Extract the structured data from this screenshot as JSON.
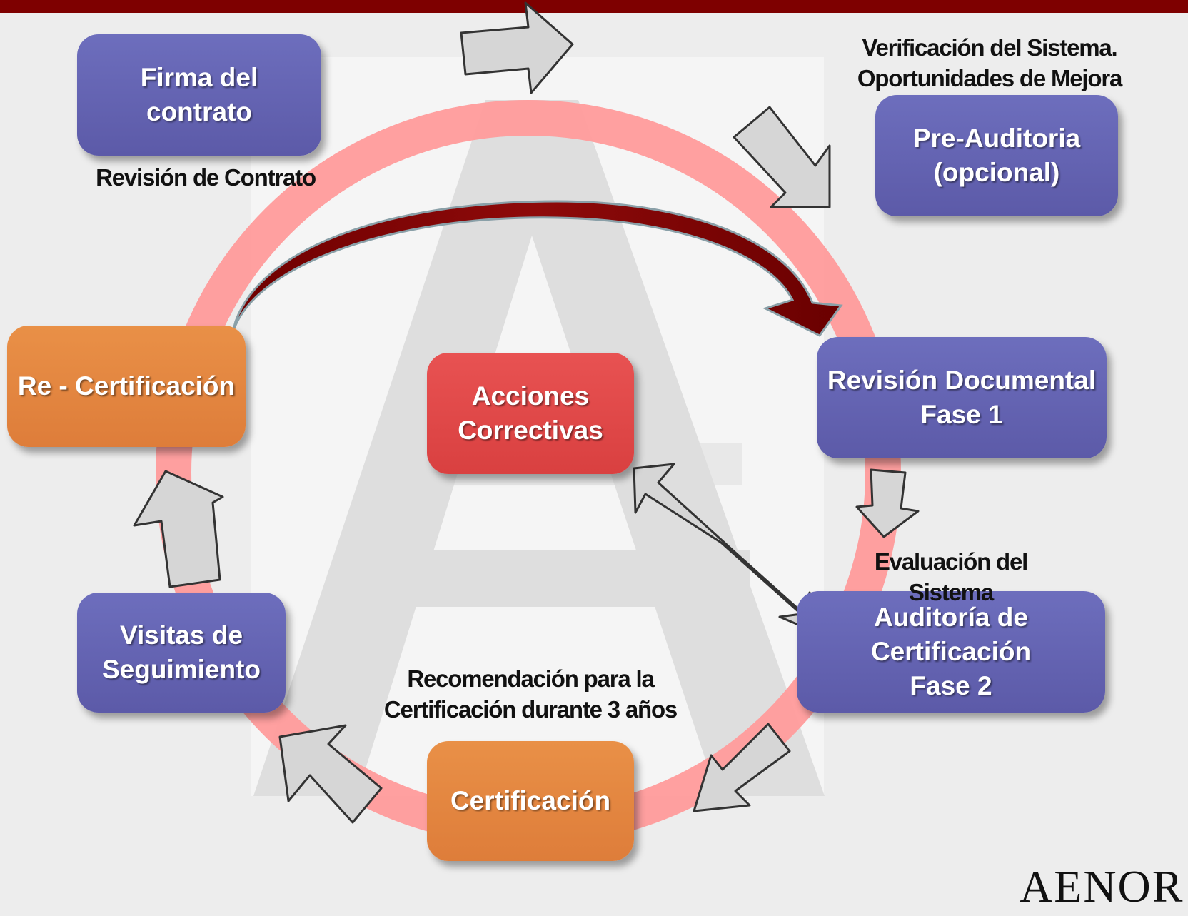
{
  "colors": {
    "header_bar": "#7e0000",
    "node_purple": "#5f5dac",
    "node_orange": "#e0823d",
    "node_red": "#dc4545",
    "cycle_ring": "#ff9b9b",
    "arrow_fill": "#d6d6d6",
    "curved_arrow": "#7a0000"
  },
  "nodes": {
    "firma": {
      "label": "Firma del contrato"
    },
    "preauditoria": {
      "line1": "Pre-Auditoria",
      "line2": "(opcional)"
    },
    "revision_documental": {
      "line1": "Revisión Documental",
      "line2": "Fase 1"
    },
    "auditoria_certificacion": {
      "line1": "Auditoría de Certificación",
      "line2": "Fase 2"
    },
    "certificacion": {
      "label": "Certificación"
    },
    "visitas": {
      "line1": "Visitas de",
      "line2": "Seguimiento"
    },
    "recertificacion": {
      "label": "Re - Certificación"
    },
    "acciones": {
      "line1": "Acciones",
      "line2": "Correctivas"
    }
  },
  "captions": {
    "revision_contrato": "Revisión de Contrato",
    "verificacion_line1": "Verificación del Sistema.",
    "verificacion_line2": "Oportunidades de Mejora",
    "evaluacion": "Evaluación del Sistema",
    "recomendacion_line1": "Recomendación para la",
    "recomendacion_line2": "Certificación durante 3 años"
  },
  "brand": "AENOR"
}
